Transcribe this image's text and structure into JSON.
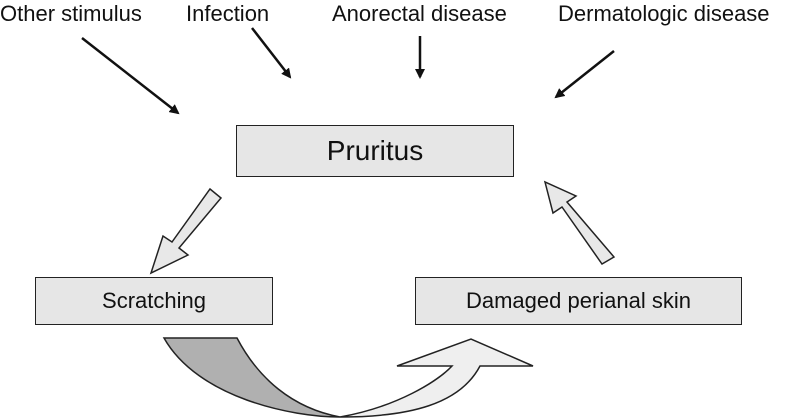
{
  "diagram": {
    "stimuli": [
      {
        "key": "other",
        "label": "Other stimulus"
      },
      {
        "key": "infection",
        "label": "Infection"
      },
      {
        "key": "anorectal",
        "label": "Anorectal disease"
      },
      {
        "key": "dermatologic",
        "label": "Dermatologic disease"
      }
    ],
    "nodes": {
      "pruritus": "Pruritus",
      "scratching": "Scratching",
      "damaged": "Damaged perianal skin"
    },
    "colors": {
      "box_fill": "#e6e6e6",
      "box_border": "#222222",
      "hollow_arrow_fill": "#e8e8e8",
      "curve_shade": "#b0b0b0",
      "curve_light": "#efefef",
      "line": "#111111"
    }
  }
}
